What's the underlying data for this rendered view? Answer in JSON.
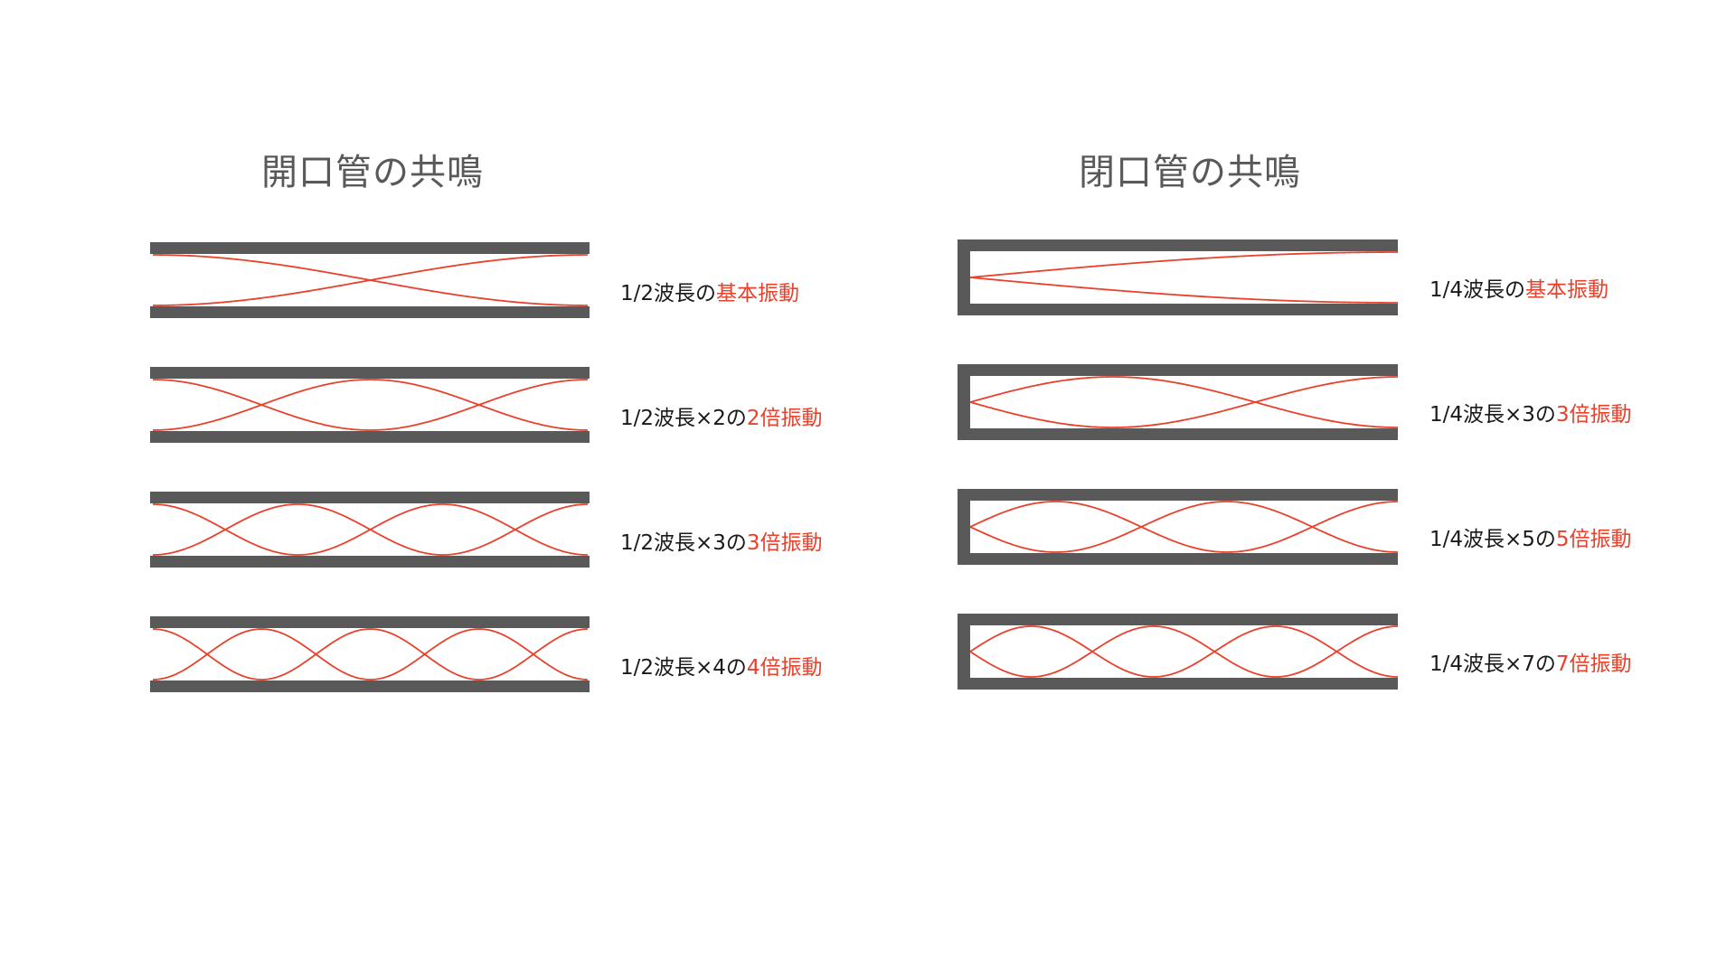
{
  "colors": {
    "pipe": "#595959",
    "wave": "#e8412c",
    "title": "#595959",
    "text": "#1a1a1a",
    "highlight": "#e8412c"
  },
  "left": {
    "title": "開口管の共鳴",
    "pipe_type": "open-both-ends",
    "modes": [
      {
        "loops": 1,
        "label_prefix": "1/2波長の",
        "label_highlight": "基本振動"
      },
      {
        "loops": 2,
        "label_prefix": "1/2波長×2の",
        "label_highlight": "2倍振動"
      },
      {
        "loops": 3,
        "label_prefix": "1/2波長×3の",
        "label_highlight": "3倍振動"
      },
      {
        "loops": 4,
        "label_prefix": "1/2波長×4の",
        "label_highlight": "4倍振動"
      }
    ]
  },
  "right": {
    "title": "閉口管の共鳴",
    "pipe_type": "closed-one-end",
    "modes": [
      {
        "quarters": 1,
        "label_prefix": "1/4波長の",
        "label_highlight": "基本振動"
      },
      {
        "quarters": 3,
        "label_prefix": "1/4波長×3の",
        "label_highlight": "3倍振動"
      },
      {
        "quarters": 5,
        "label_prefix": "1/4波長×5の",
        "label_highlight": "5倍振動"
      },
      {
        "quarters": 7,
        "label_prefix": "1/4波長×7の",
        "label_highlight": "7倍振動"
      }
    ]
  }
}
